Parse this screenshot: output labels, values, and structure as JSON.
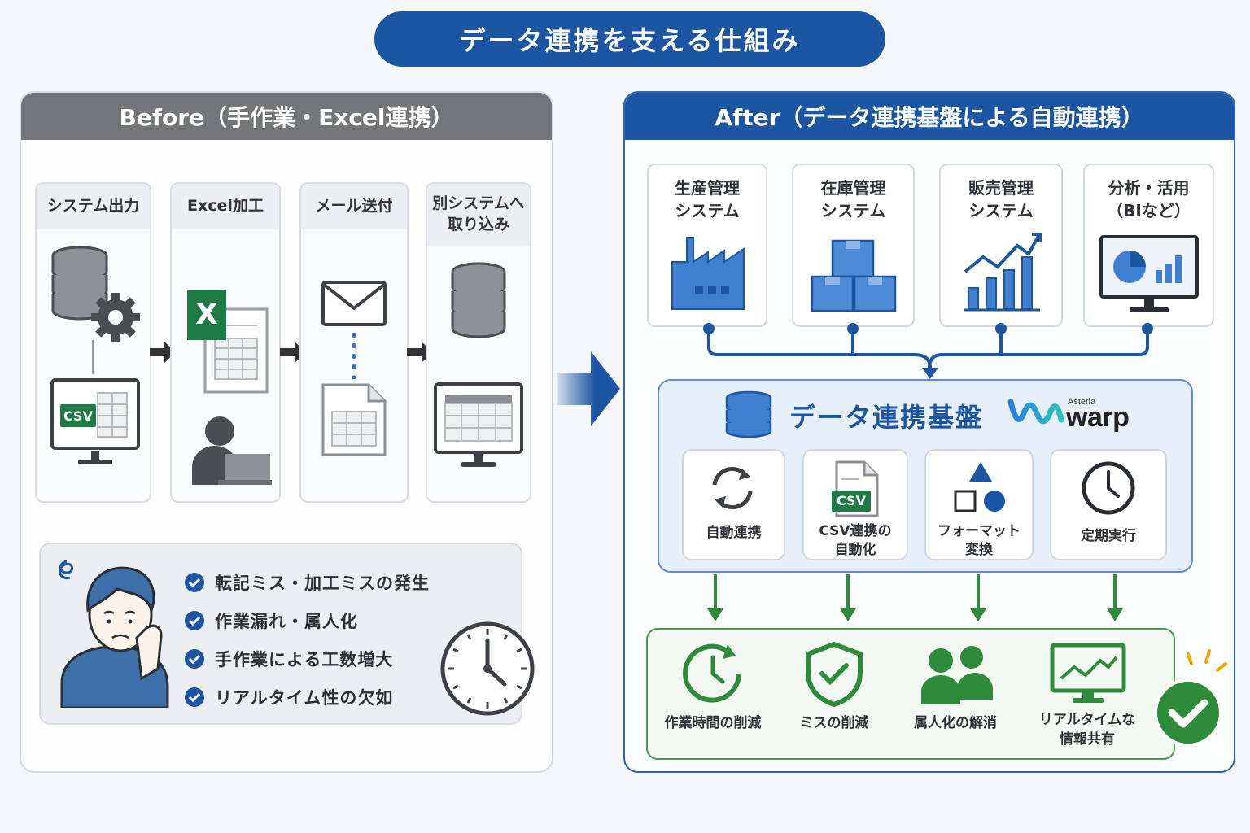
{
  "title": "データ連携を支える仕組み",
  "before": {
    "header": "Before（手作業・Excel連携）",
    "steps": [
      {
        "label": "システム出力",
        "icon": "database-gear-icon",
        "sub_icon": "csv-monitor-icon",
        "badge": "CSV"
      },
      {
        "label": "Excel加工",
        "icon": "excel-icon",
        "sub_icon": "person-laptop-icon",
        "excel_letter": "X"
      },
      {
        "label": "メール送付",
        "icon": "envelope-icon",
        "sub_icon": "document-table-icon"
      },
      {
        "label_line1": "別システムへ",
        "label_line2": "取り込み",
        "icon": "database-icon",
        "sub_icon": "monitor-table-icon"
      }
    ],
    "problems": [
      "転記ミス・加工ミスの発生",
      "作業漏れ・属人化",
      "手作業による工数増大",
      "リアルタイム性の欠如"
    ]
  },
  "after": {
    "header": "After（データ連携基盤による自動連携）",
    "systems": [
      {
        "line1": "生産管理",
        "line2": "システム",
        "icon": "factory-icon"
      },
      {
        "line1": "在庫管理",
        "line2": "システム",
        "icon": "boxes-icon"
      },
      {
        "line1": "販売管理",
        "line2": "システム",
        "icon": "sales-chart-icon"
      },
      {
        "line1": "分析・活用",
        "line2": "（BIなど）",
        "icon": "bi-monitor-icon"
      }
    ],
    "platform": {
      "title": "データ連携基盤",
      "brand_small": "Asteria",
      "brand_big": "warp",
      "features": [
        {
          "line1": "自動連携",
          "line2": "",
          "icon": "sync-icon"
        },
        {
          "line1": "CSV連携の",
          "line2": "自動化",
          "icon": "csv-file-icon",
          "badge": "CSV"
        },
        {
          "line1": "フォーマット",
          "line2": "変換",
          "icon": "shapes-icon"
        },
        {
          "line1": "定期実行",
          "line2": "",
          "icon": "clock-icon"
        }
      ]
    },
    "benefits": [
      {
        "line1": "作業時間の削減",
        "line2": "",
        "icon": "clock-refresh-icon"
      },
      {
        "line1": "ミスの削減",
        "line2": "",
        "icon": "shield-check-icon"
      },
      {
        "line1": "属人化の解消",
        "line2": "",
        "icon": "people-icon"
      },
      {
        "line1": "リアルタイムな",
        "line2": "情報共有",
        "icon": "trend-monitor-icon"
      }
    ]
  },
  "colors": {
    "primary_blue": "#1c56a3",
    "before_gray": "#737578",
    "benefit_green": "#2e8b3a",
    "excel_green": "#1e7b45"
  }
}
